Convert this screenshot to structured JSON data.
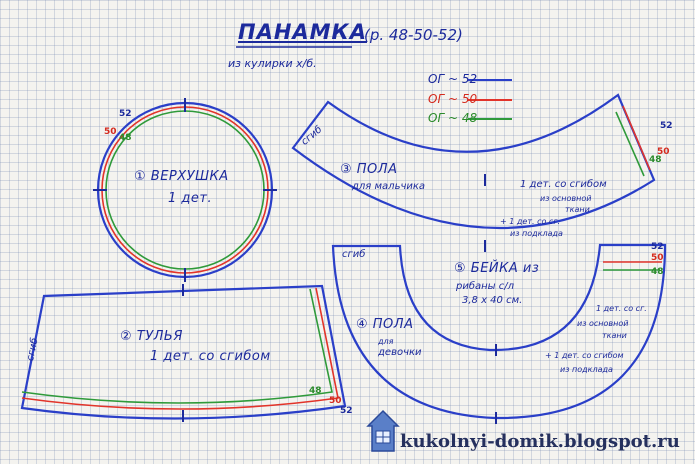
{
  "header": {
    "title": "ПАНАМКА",
    "sizes": "(р. 48-50-52)",
    "fabric": "из кулирки х/б."
  },
  "legend": [
    {
      "label": "ОГ ~ 52",
      "color": "#2a3fc8"
    },
    {
      "label": "ОГ ~ 50",
      "color": "#e2342a"
    },
    {
      "label": "ОГ ~ 48",
      "color": "#2f9a3a"
    }
  ],
  "size_marks": {
    "s52": "52",
    "s50": "50",
    "s48": "48"
  },
  "fold": "сгиб",
  "pieces": {
    "top": {
      "title": "① ВЕРХУШКА",
      "count": "1 дет."
    },
    "band": {
      "title": "② ТУЛЬЯ",
      "count": "1 дет. со сгибом"
    },
    "brim_boy": {
      "title": "③ ПОЛА",
      "subtitle": "для мальчика",
      "note1": "1 дет. со сгибом",
      "note2": "из основной",
      "note3": "ткани",
      "note4": "+ 1 дет. со сг.",
      "note5": "из подклада"
    },
    "brim_girl": {
      "title": "④ ПОЛА",
      "subtitle1": "для",
      "subtitle2": "девочки",
      "note1": "1 дет. со сг.",
      "note2": "из основной",
      "note3": "ткани",
      "note4": "+ 1 дет. со сгибом",
      "note5": "из подклада"
    },
    "binding": {
      "title": "⑤ БЕЙКА из",
      "line2": "рибаны с/л",
      "line3": "3,8 х 40 см."
    }
  },
  "watermark": "kukolnyi-domik.blogspot.ru",
  "colors": {
    "ink": "#1c2a9c",
    "line52": "#2a3fc8",
    "line50": "#e2342a",
    "line48": "#2f9a3a"
  }
}
